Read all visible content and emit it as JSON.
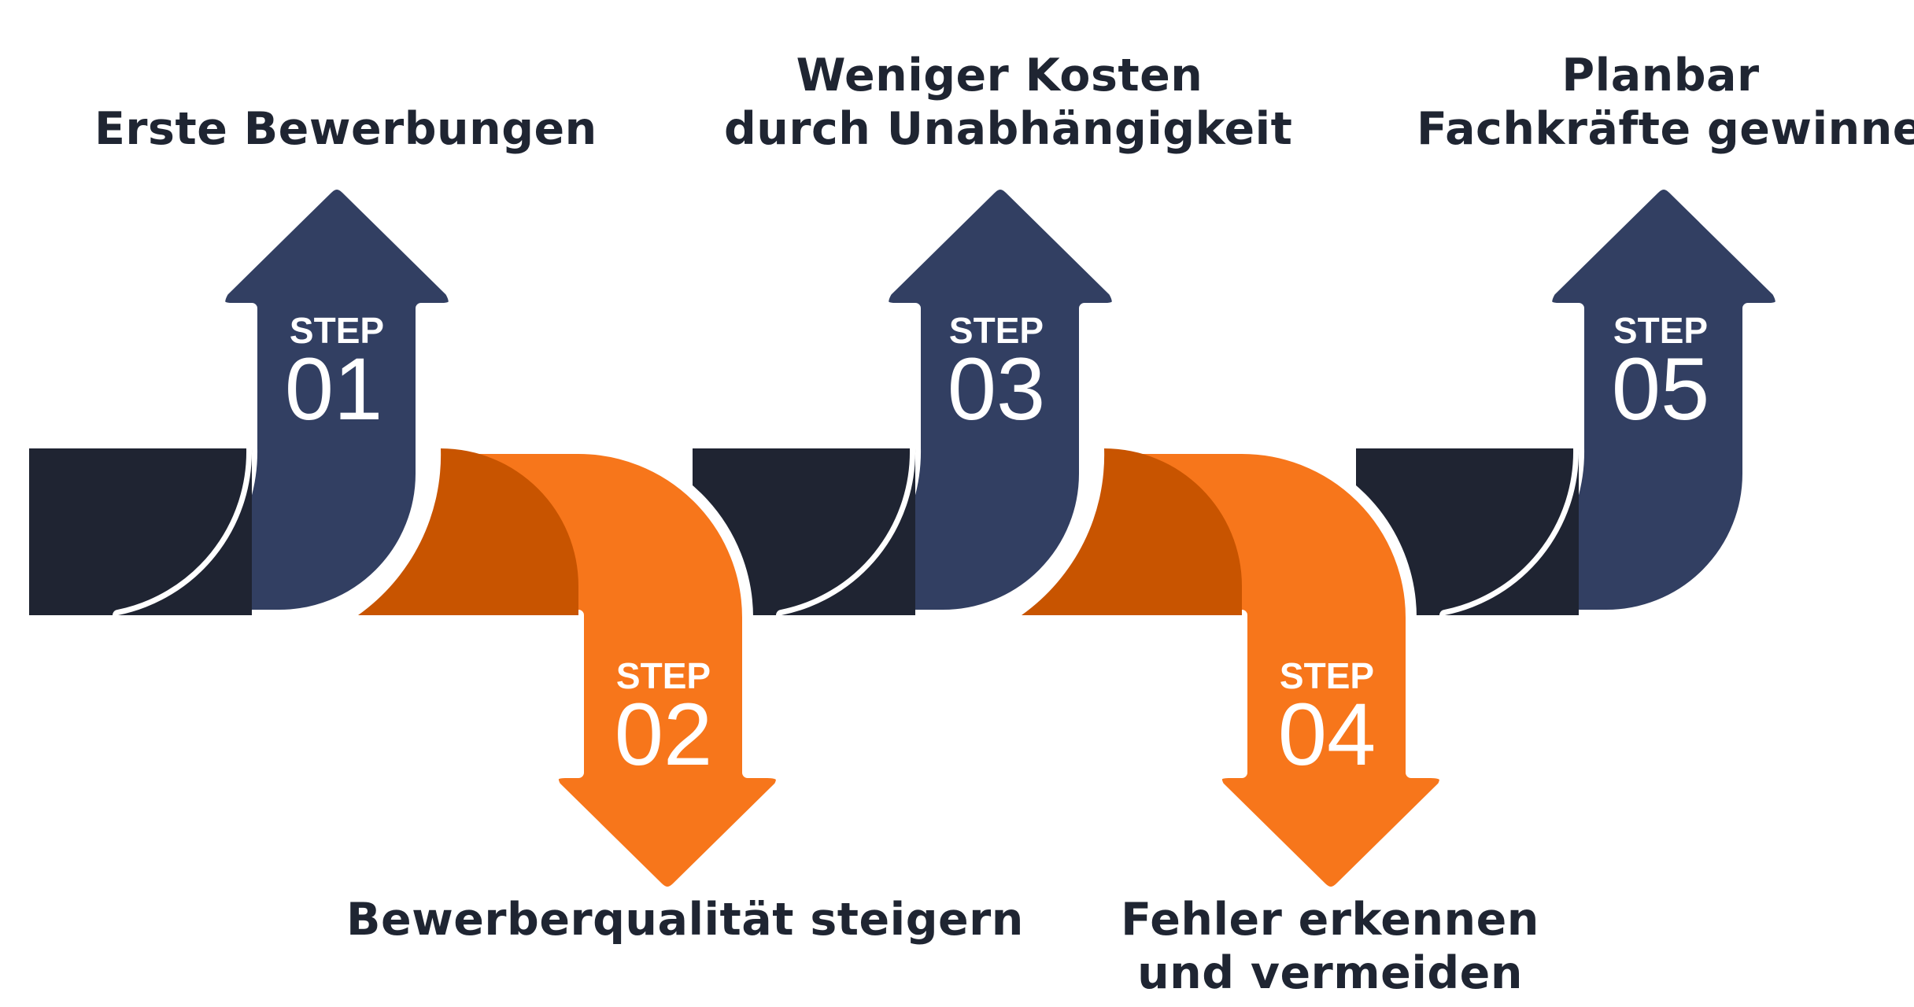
{
  "colors": {
    "navy": "#323f62",
    "dark_band": "#1f2432",
    "orange": "#f7761b",
    "orange_dark": "#c85400",
    "text": "#1f2532",
    "white": "#ffffff"
  },
  "steps": [
    {
      "label": "STEP",
      "number": "01",
      "direction": "up",
      "color": "navy",
      "caption": [
        "Erste Bewerbungen"
      ]
    },
    {
      "label": "STEP",
      "number": "02",
      "direction": "down",
      "color": "orange",
      "caption": [
        "Bewerberqualität steigern"
      ]
    },
    {
      "label": "STEP",
      "number": "03",
      "direction": "up",
      "color": "navy",
      "caption": [
        "Weniger Kosten",
        "durch Unabhängigkeit"
      ]
    },
    {
      "label": "STEP",
      "number": "04",
      "direction": "down",
      "color": "orange",
      "caption": [
        "Fehler erkennen",
        "und vermeiden"
      ]
    },
    {
      "label": "STEP",
      "number": "05",
      "direction": "up",
      "color": "navy",
      "caption": [
        "Planbar",
        "Fachkräfte gewinnen"
      ]
    }
  ]
}
